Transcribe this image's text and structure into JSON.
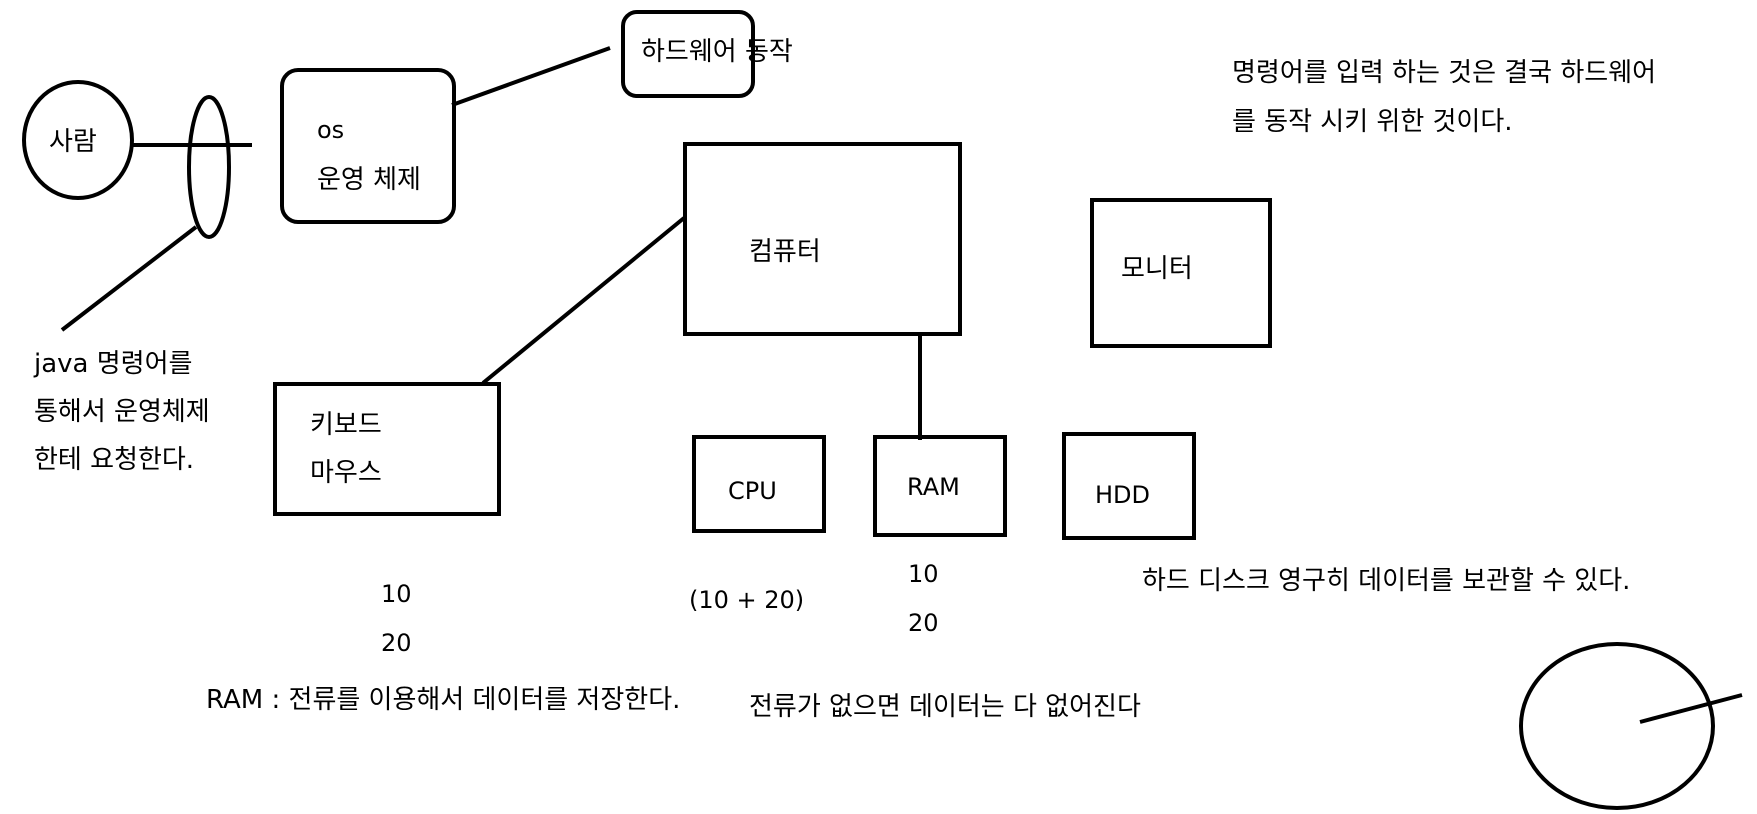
{
  "labels": {
    "person": "사람",
    "os_line1": "os",
    "os_line2": "운영 체제",
    "hardware_action": "하드웨어 동작",
    "computer": "컴퓨터",
    "monitor": "모니터",
    "keyboard": "키보드",
    "mouse": "마우스",
    "cpu": "CPU",
    "ram": "RAM",
    "hdd": "HDD"
  },
  "notes": {
    "java_line1": "java 명령어를",
    "java_line2": "통해서 운영체제",
    "java_line3": "한테 요청한다.",
    "command_line1": "명령어를 입력 하는 것은 결국 하드웨어",
    "command_line2": "를 동작 시키 위한 것이다.",
    "hdd_note": "하드 디스크 영구히 데이터를 보관할 수 있다.",
    "ram_note": "RAM : 전류를 이용해서 데이터를 저장한다.",
    "power_note": "전류가 없으면 데이터는 다 없어진다"
  },
  "values": {
    "left_10": "10",
    "left_20": "20",
    "cpu_expr": "(10 + 20)",
    "ram_10": "10",
    "ram_20": "20"
  }
}
